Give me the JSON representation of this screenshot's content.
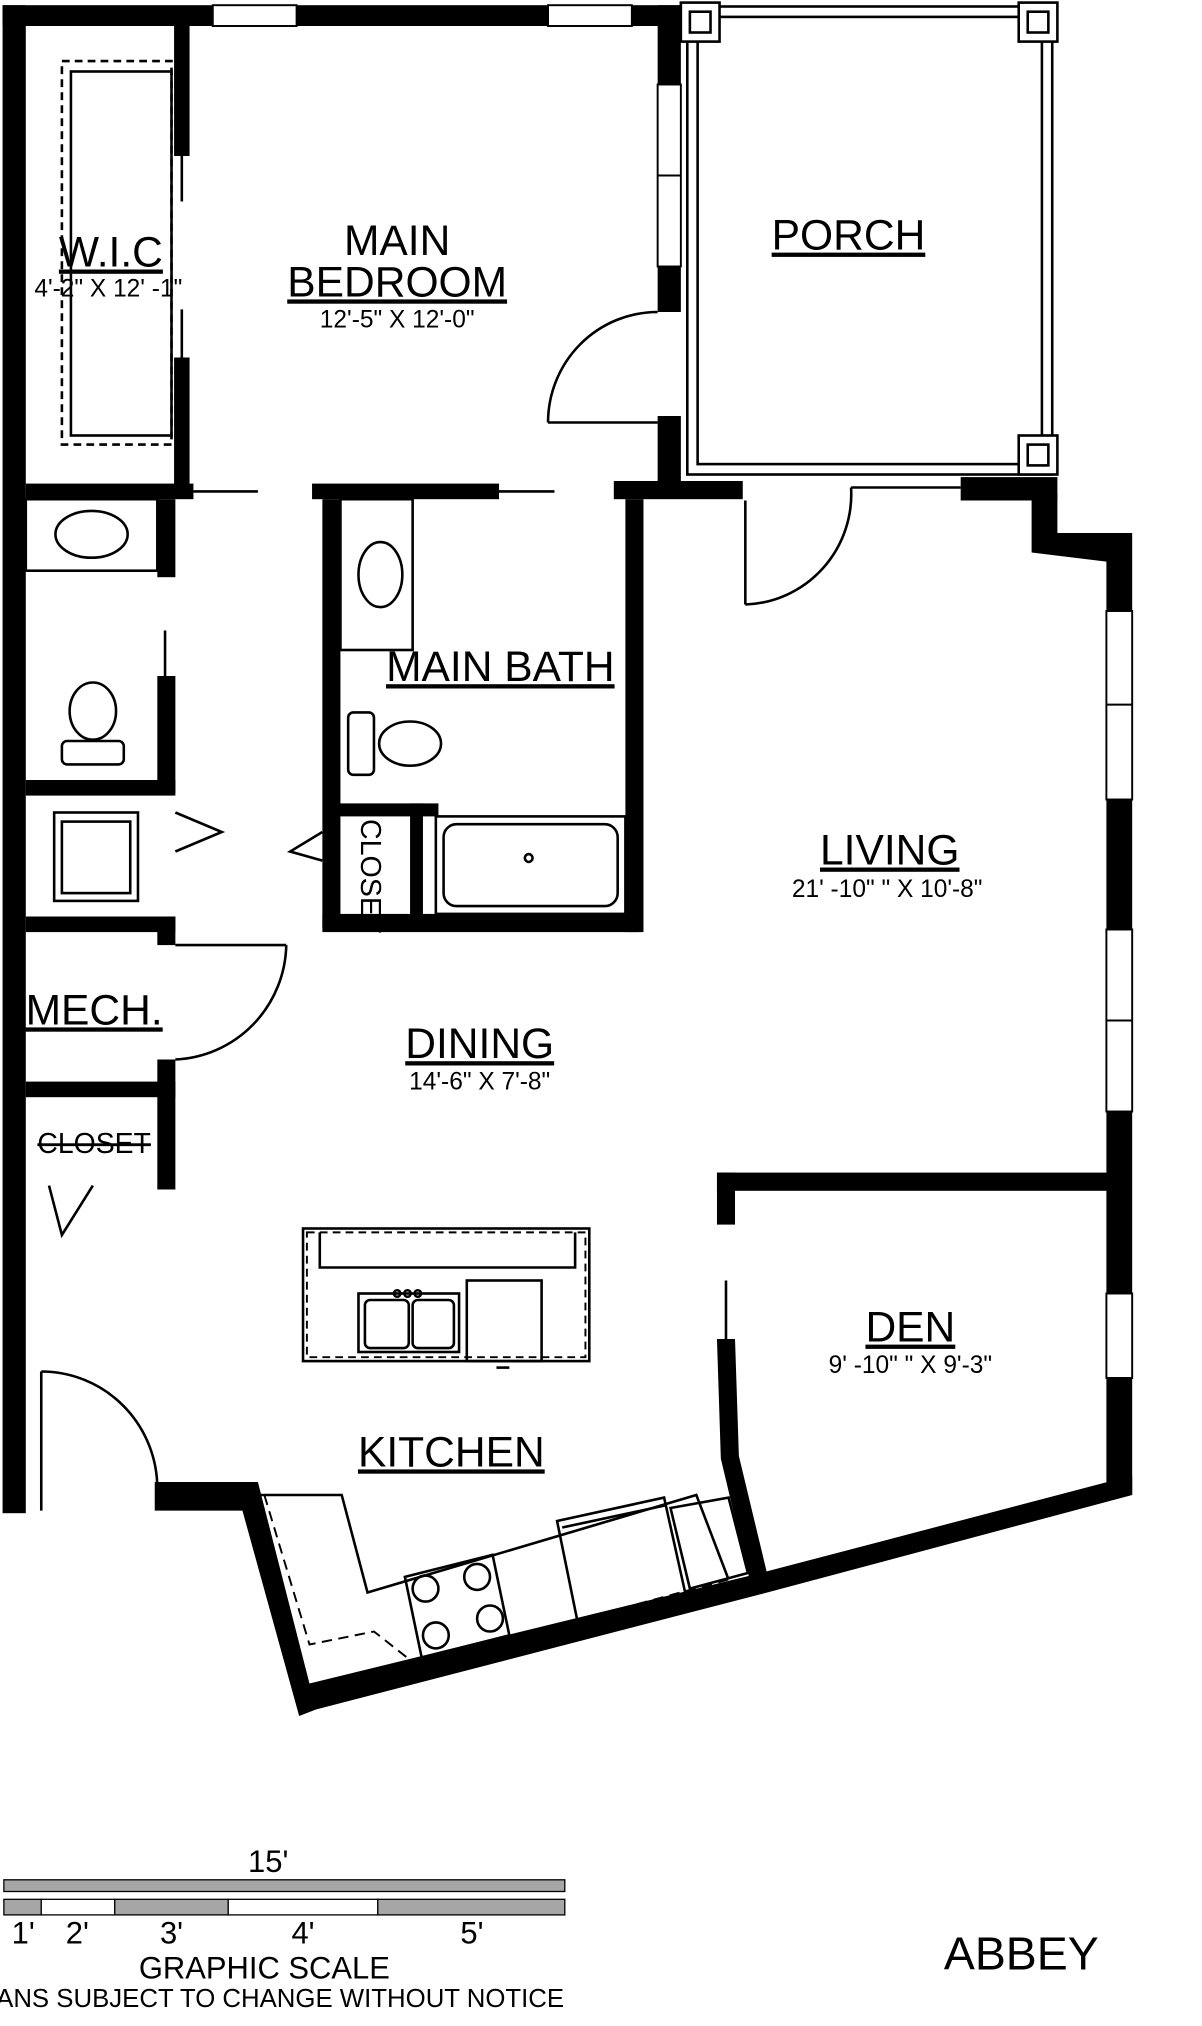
{
  "rooms": {
    "wic": {
      "name": "W.I.C",
      "dims": "4'-2\" X 12' -1\""
    },
    "main_bedroom": {
      "name_line1": "MAIN",
      "name_line2": "BEDROOM",
      "dims": "12'-5\" X 12'-0\""
    },
    "porch": {
      "name": "PORCH"
    },
    "main_bath": {
      "name": "MAIN BATH"
    },
    "closet_bath": {
      "name": "CLOSET"
    },
    "living": {
      "name": "LIVING",
      "dims": "21' -10\" \" X 10'-8\""
    },
    "mech": {
      "name": "MECH."
    },
    "dining": {
      "name": "DINING",
      "dims": "14'-6\" X 7'-8\""
    },
    "closet_hall": {
      "name": "CLOSET"
    },
    "den": {
      "name": "DEN",
      "dims": "9' -10\" \" X 9'-3\""
    },
    "kitchen": {
      "name": "KITCHEN"
    }
  },
  "scale": {
    "total": "15'",
    "ticks": [
      "1'",
      "2'",
      "3'",
      "4'",
      "5'"
    ],
    "title": "GRAPHIC SCALE",
    "note": "PLANS SUBJECT TO CHANGE WITHOUT NOTICE"
  },
  "plan_name": "ABBEY",
  "colors": {
    "wall": "#000000",
    "window": "#ffffff",
    "scale_gray": "#a6a6a6"
  }
}
